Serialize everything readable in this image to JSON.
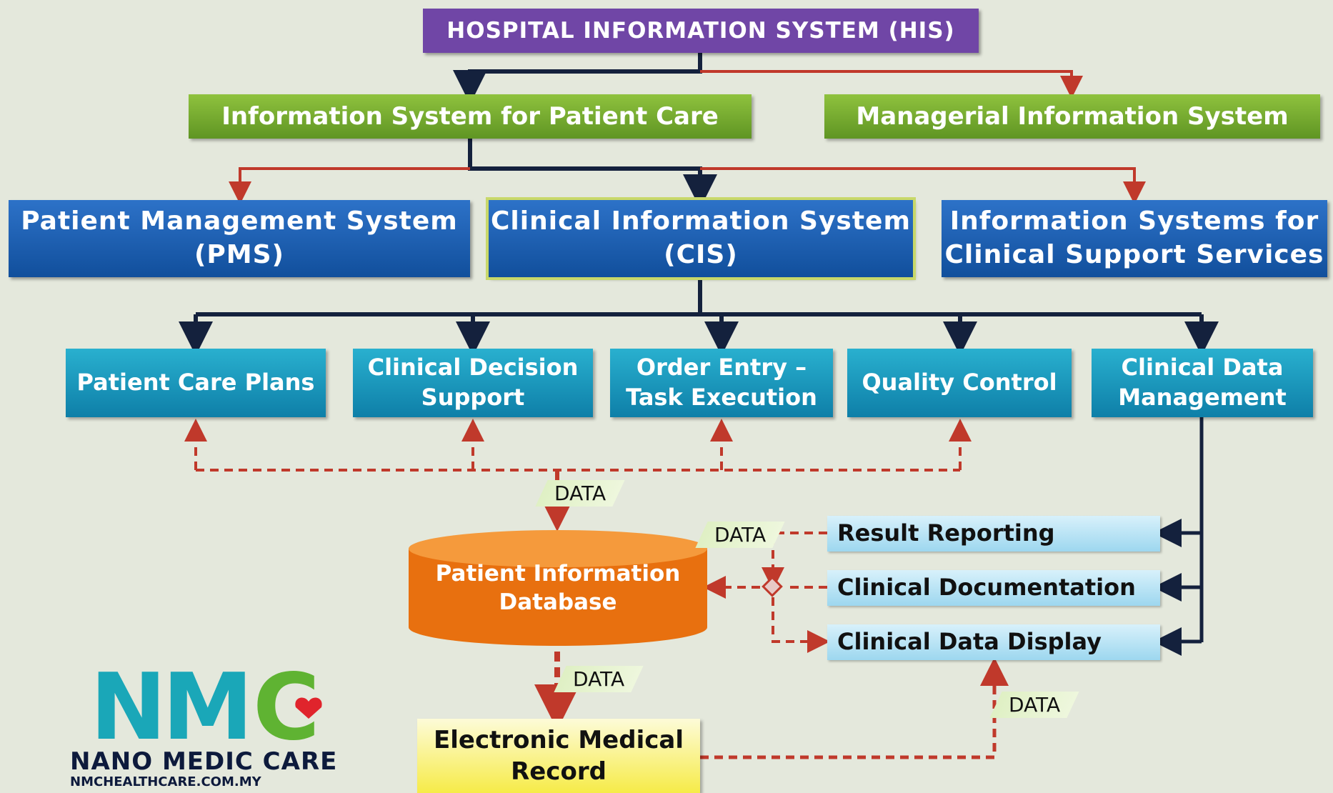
{
  "diagram": {
    "his": "HOSPITAL INFORMATION SYSTEM (HIS)",
    "patient_care_is": "Information System for Patient Care",
    "managerial_is": "Managerial Information System",
    "pms": [
      "Patient Management System",
      "(PMS)"
    ],
    "cis": [
      "Clinical Information System",
      "(CIS)"
    ],
    "support_is": [
      "Information Systems for",
      "Clinical Support Services"
    ],
    "patient_care_plans": "Patient Care Plans",
    "clinical_decision_support": [
      "Clinical Decision",
      "Support"
    ],
    "order_entry": [
      "Order Entry –",
      "Task Execution"
    ],
    "quality_control": "Quality Control",
    "clinical_data_management": [
      "Clinical Data",
      "Management"
    ],
    "result_reporting": "Result Reporting",
    "clinical_documentation": "Clinical Documentation",
    "clinical_data_display": "Clinical Data Display",
    "database": [
      "Patient Information",
      "Database"
    ],
    "emr": [
      "Electronic Medical",
      "Record"
    ],
    "data_labels": [
      "DATA",
      "DATA",
      "DATA",
      "DATA"
    ]
  },
  "logo": {
    "mark": "NMC",
    "name": "NANO MEDIC CARE",
    "url": "NMCHEALTHCARE.COM.MY"
  },
  "colors": {
    "background": "#e4e8dc",
    "his": "#7046a6",
    "green": "#6fa52d",
    "blue": "#1a5cad",
    "teal": "#1a98bd",
    "light_blue": "#bfe6f6",
    "database_orange": "#f07a16",
    "emr_yellow": "#f6eb48",
    "solid_arrow": "#14213d",
    "dashed_arrow": "#c0392b"
  }
}
